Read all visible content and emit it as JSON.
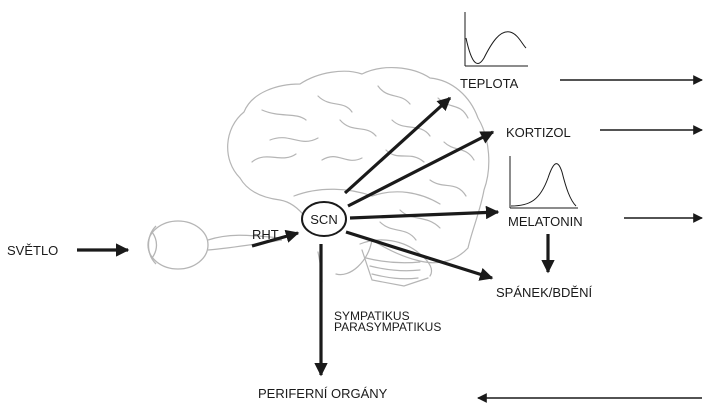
{
  "labels": {
    "svetlo": "SVĚTLO",
    "rht": "RHT",
    "scn": "SCN",
    "teplota": "TEPLOTA",
    "kortizol": "KORTIZOL",
    "melatonin": "MELATONIN",
    "spanek": "SPÁNEK/BDĚNÍ",
    "sympatikus": "SYMPATIKUS",
    "parasympatikus": "PARASYMPATIKUS",
    "periferni": "PERIFERNÍ ORGÁNY"
  },
  "colors": {
    "ink": "#1a1a1a",
    "sketch": "#b5b5b5"
  }
}
